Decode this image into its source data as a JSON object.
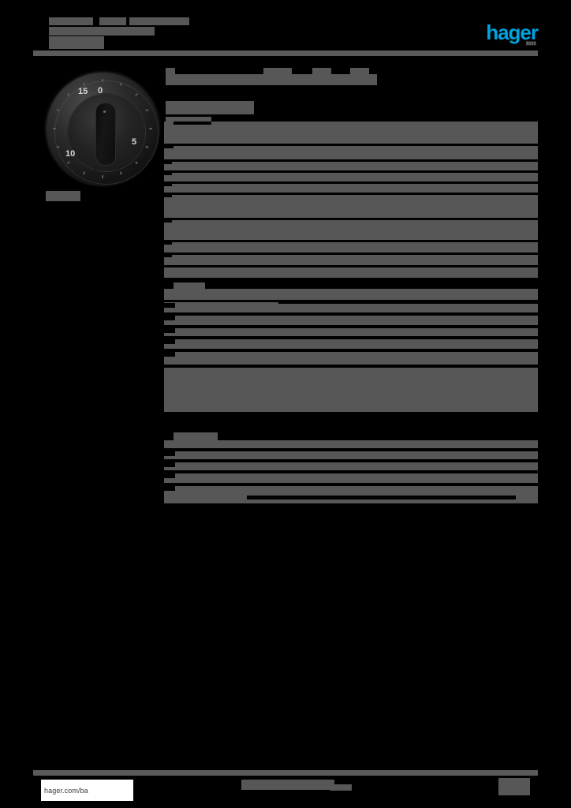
{
  "document": {
    "kind": "product-datasheet",
    "background_color": "#000000",
    "redaction_color": "#575757",
    "rule_color": "#5a5a5a"
  },
  "header": {
    "title_redacted": "████████ █████████",
    "subtitle_redacted": "██████",
    "reference_redacted": "███████",
    "brand": {
      "name": "hager",
      "color": "#00a3e0",
      "tagline_redacted": "████"
    }
  },
  "product_figure": {
    "image_name": "rotary-timer-knob-photo",
    "caption_redacted": "█████",
    "dial": {
      "scale_labels": [
        "0",
        "5",
        "10",
        "15"
      ],
      "unit_implied": "min",
      "body_color": "#1a1a1a",
      "label_color": "#d8d8d8",
      "tick_count": 16
    }
  },
  "main": {
    "heading_redacted": "██████████ ██████ ██████",
    "subheading_redacted": "███████████",
    "section_label_redacted": "████████",
    "sections": [
      {
        "name": "section-1",
        "rows": [
          {
            "label": "████████",
            "label_w": 62,
            "value": "██████████████████████████████████████████████████",
            "value_x": 60,
            "value_w": 414
          },
          {
            "label": "████████",
            "label_w": 48,
            "value": "██████████████████████████████████████",
            "value_x": 58,
            "value_w": 416
          },
          {
            "label": "██████████",
            "label_w": 58,
            "value": "████████████████████████████████████",
            "value_x": 52,
            "value_w": 380
          },
          {
            "label": "██████████",
            "label_w": 58,
            "value": "██████████████████████████████████████",
            "value_x": 68,
            "value_w": 372
          },
          {
            "label": "████████████",
            "label_w": 58,
            "value": "████████████████████████████████████████████",
            "value_x": 58,
            "value_w": 416
          },
          {
            "label": "████████",
            "label_w": 58,
            "value": "████████████████████████████████████████████",
            "value_x": 58,
            "value_w": 416
          },
          {
            "label": "████████",
            "label_w": 58,
            "value": "████████████████████████████████████",
            "value_x": 64,
            "value_w": 356
          },
          {
            "label": "██████",
            "label_w": 58,
            "value": "██████████████████████████████████",
            "value_x": 58,
            "value_w": 416
          }
        ]
      },
      {
        "name": "section-2",
        "rows": [
          {
            "label": "██████████",
            "label_w": 46,
            "value": "█████████████████████████",
            "value_x": 145,
            "value_w": 329
          },
          {
            "label": "████████████",
            "label_w": 40,
            "value": "████████████████████████████████",
            "value_x": 118,
            "value_w": 356
          },
          {
            "label": "██████ ███",
            "label_w": 58,
            "value": "████████████████████████████████████████████",
            "value_x": 58,
            "value_w": 416
          },
          {
            "label": "████████",
            "label_w": 58,
            "value": "████████████████████████████████████████████",
            "value_x": 58,
            "value_w": 416
          },
          {
            "label": "████████████████████████████████████████████████████",
            "label_w": 474,
            "value": "",
            "value_x": 0,
            "value_w": 0
          }
        ]
      },
      {
        "name": "section-3",
        "rows": [
          {
            "label": "██████████",
            "label_w": 56,
            "value": "████████████████████████████████████████████████",
            "value_x": 0,
            "value_w": 474
          },
          {
            "label": "██████",
            "label_w": 44,
            "value": "████████████████████████████████████████████████",
            "value_x": 0,
            "value_w": 474
          },
          {
            "label": "████ ████",
            "label_w": 58,
            "value": "████████████████████████████████████████████",
            "value_x": 58,
            "value_w": 416
          },
          {
            "label": "████████",
            "label_w": 58,
            "value": "████████████████████████████████████████████",
            "value_x": 58,
            "value_w": 416
          },
          {
            "label": "██████",
            "label_w": 58,
            "value": "████████████████████████████████",
            "value_x": 105,
            "value_w": 341
          }
        ]
      }
    ]
  },
  "footer": {
    "url": "hager.com/ba",
    "center_redacted": "████████████",
    "right_redacted": "█████",
    "page_indicator_redacted": "███"
  }
}
